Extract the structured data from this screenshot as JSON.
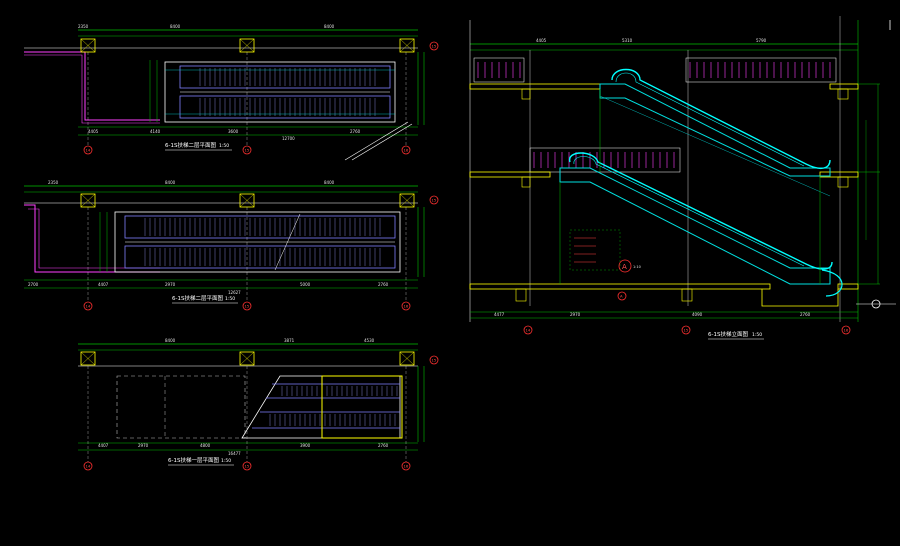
{
  "drawing": {
    "views": {
      "plan_second": {
        "title": "6-1S扶梯二层平面图",
        "scale": "1:50"
      },
      "plan_first_mid": {
        "title": "6-1S扶梯二层平面图",
        "scale": "1:50"
      },
      "plan_first": {
        "title": "6-1S扶梯一层平面图",
        "scale": "1:50"
      },
      "section": {
        "title": "6-1S扶梯立面图",
        "scale": "1:50"
      }
    },
    "axis_bubbles": {
      "plan_second_left": "14",
      "plan_second_mid": "15",
      "plan_second_right": "16",
      "plan_second_row": "15",
      "plan_first_mid_left": "14",
      "plan_first_mid_mid": "15",
      "plan_first_mid_right": "16",
      "plan_first_mid_row": "15",
      "plan_first_left": "14",
      "plan_first_mid": "15",
      "plan_first_right": "16",
      "plan_first_row": "15",
      "section_left": "14",
      "section_mid": "15",
      "section_right": "16",
      "section_row": "A"
    },
    "dimensions": {
      "plan_second_top": [
        "2350",
        "8400",
        "8400"
      ],
      "plan_second_bottom": [
        "4405",
        "4140",
        "3600",
        "2760"
      ],
      "plan_second_total": "12700",
      "plan_first_mid_top": [
        "2350",
        "8400",
        "8400"
      ],
      "plan_first_mid_bottom": [
        "2700",
        "4407",
        "2970",
        "5000",
        "2760"
      ],
      "plan_first_mid_total": "12627",
      "plan_first_top": [
        "8400",
        "3871",
        "4530"
      ],
      "plan_first_bottom": [
        "4407",
        "2970",
        "4800",
        "3900",
        "2760"
      ],
      "plan_first_total": "16477",
      "section_top": [
        "4405",
        "5310",
        "5790"
      ],
      "section_bottom": [
        "4477",
        "2970",
        "4090",
        "2760"
      ]
    },
    "detail_callout": "A",
    "detail_note": "1:10"
  }
}
